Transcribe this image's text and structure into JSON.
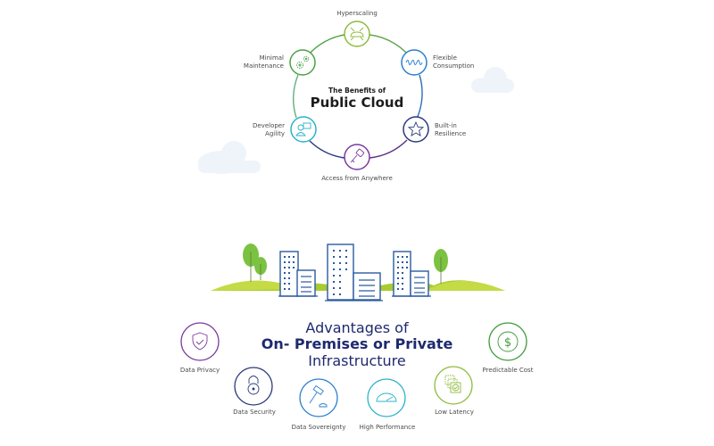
{
  "public_cloud": {
    "title_small": "The Benefits of",
    "title_big": "Public Cloud",
    "benefits": [
      {
        "label_line1": "Hyperscaling",
        "label_line2": "",
        "icon": "hyperscaling-icon",
        "color": "#8dbb3c"
      },
      {
        "label_line1": "Flexible",
        "label_line2": "Consumption",
        "icon": "wave-icon",
        "color": "#2b7fcf"
      },
      {
        "label_line1": "Built-in",
        "label_line2": "Resilience",
        "icon": "star-icon",
        "color": "#2a3a7a"
      },
      {
        "label_line1": "Access from Anywhere",
        "label_line2": "",
        "icon": "key-icon",
        "color": "#7a3a9e"
      },
      {
        "label_line1": "Developer",
        "label_line2": "Agility",
        "icon": "developer-icon",
        "color": "#2bb3c8"
      },
      {
        "label_line1": "Minimal",
        "label_line2": "Maintenance",
        "icon": "gears-icon",
        "color": "#4aa142"
      }
    ]
  },
  "on_premises": {
    "title_line1": "Advantages of",
    "title_line2": "On- Premises or Private",
    "title_line3": "Infrastructure",
    "advantages": [
      {
        "label": "Data Privacy",
        "icon": "shield-check-icon",
        "color": "#7a3a9e"
      },
      {
        "label": "Data Security",
        "icon": "padlock-icon",
        "color": "#2a3a7a"
      },
      {
        "label": "Data Sovereignty",
        "icon": "gavel-icon",
        "color": "#2b7fcf"
      },
      {
        "label": "High Performance",
        "icon": "speedometer-icon",
        "color": "#2bb3c8"
      },
      {
        "label": "Low Latency",
        "icon": "layers-check-icon",
        "color": "#8dbb3c"
      },
      {
        "label": "Predictable Cost",
        "icon": "dollar-icon",
        "color": "#3f9a3a"
      }
    ]
  },
  "colors": {
    "navy": "#1e2a6e",
    "building_blue": "#2a5aa0",
    "grass_green": "#a8cc30",
    "tree_green": "#7cc242",
    "cloud": "#eef4fa"
  }
}
